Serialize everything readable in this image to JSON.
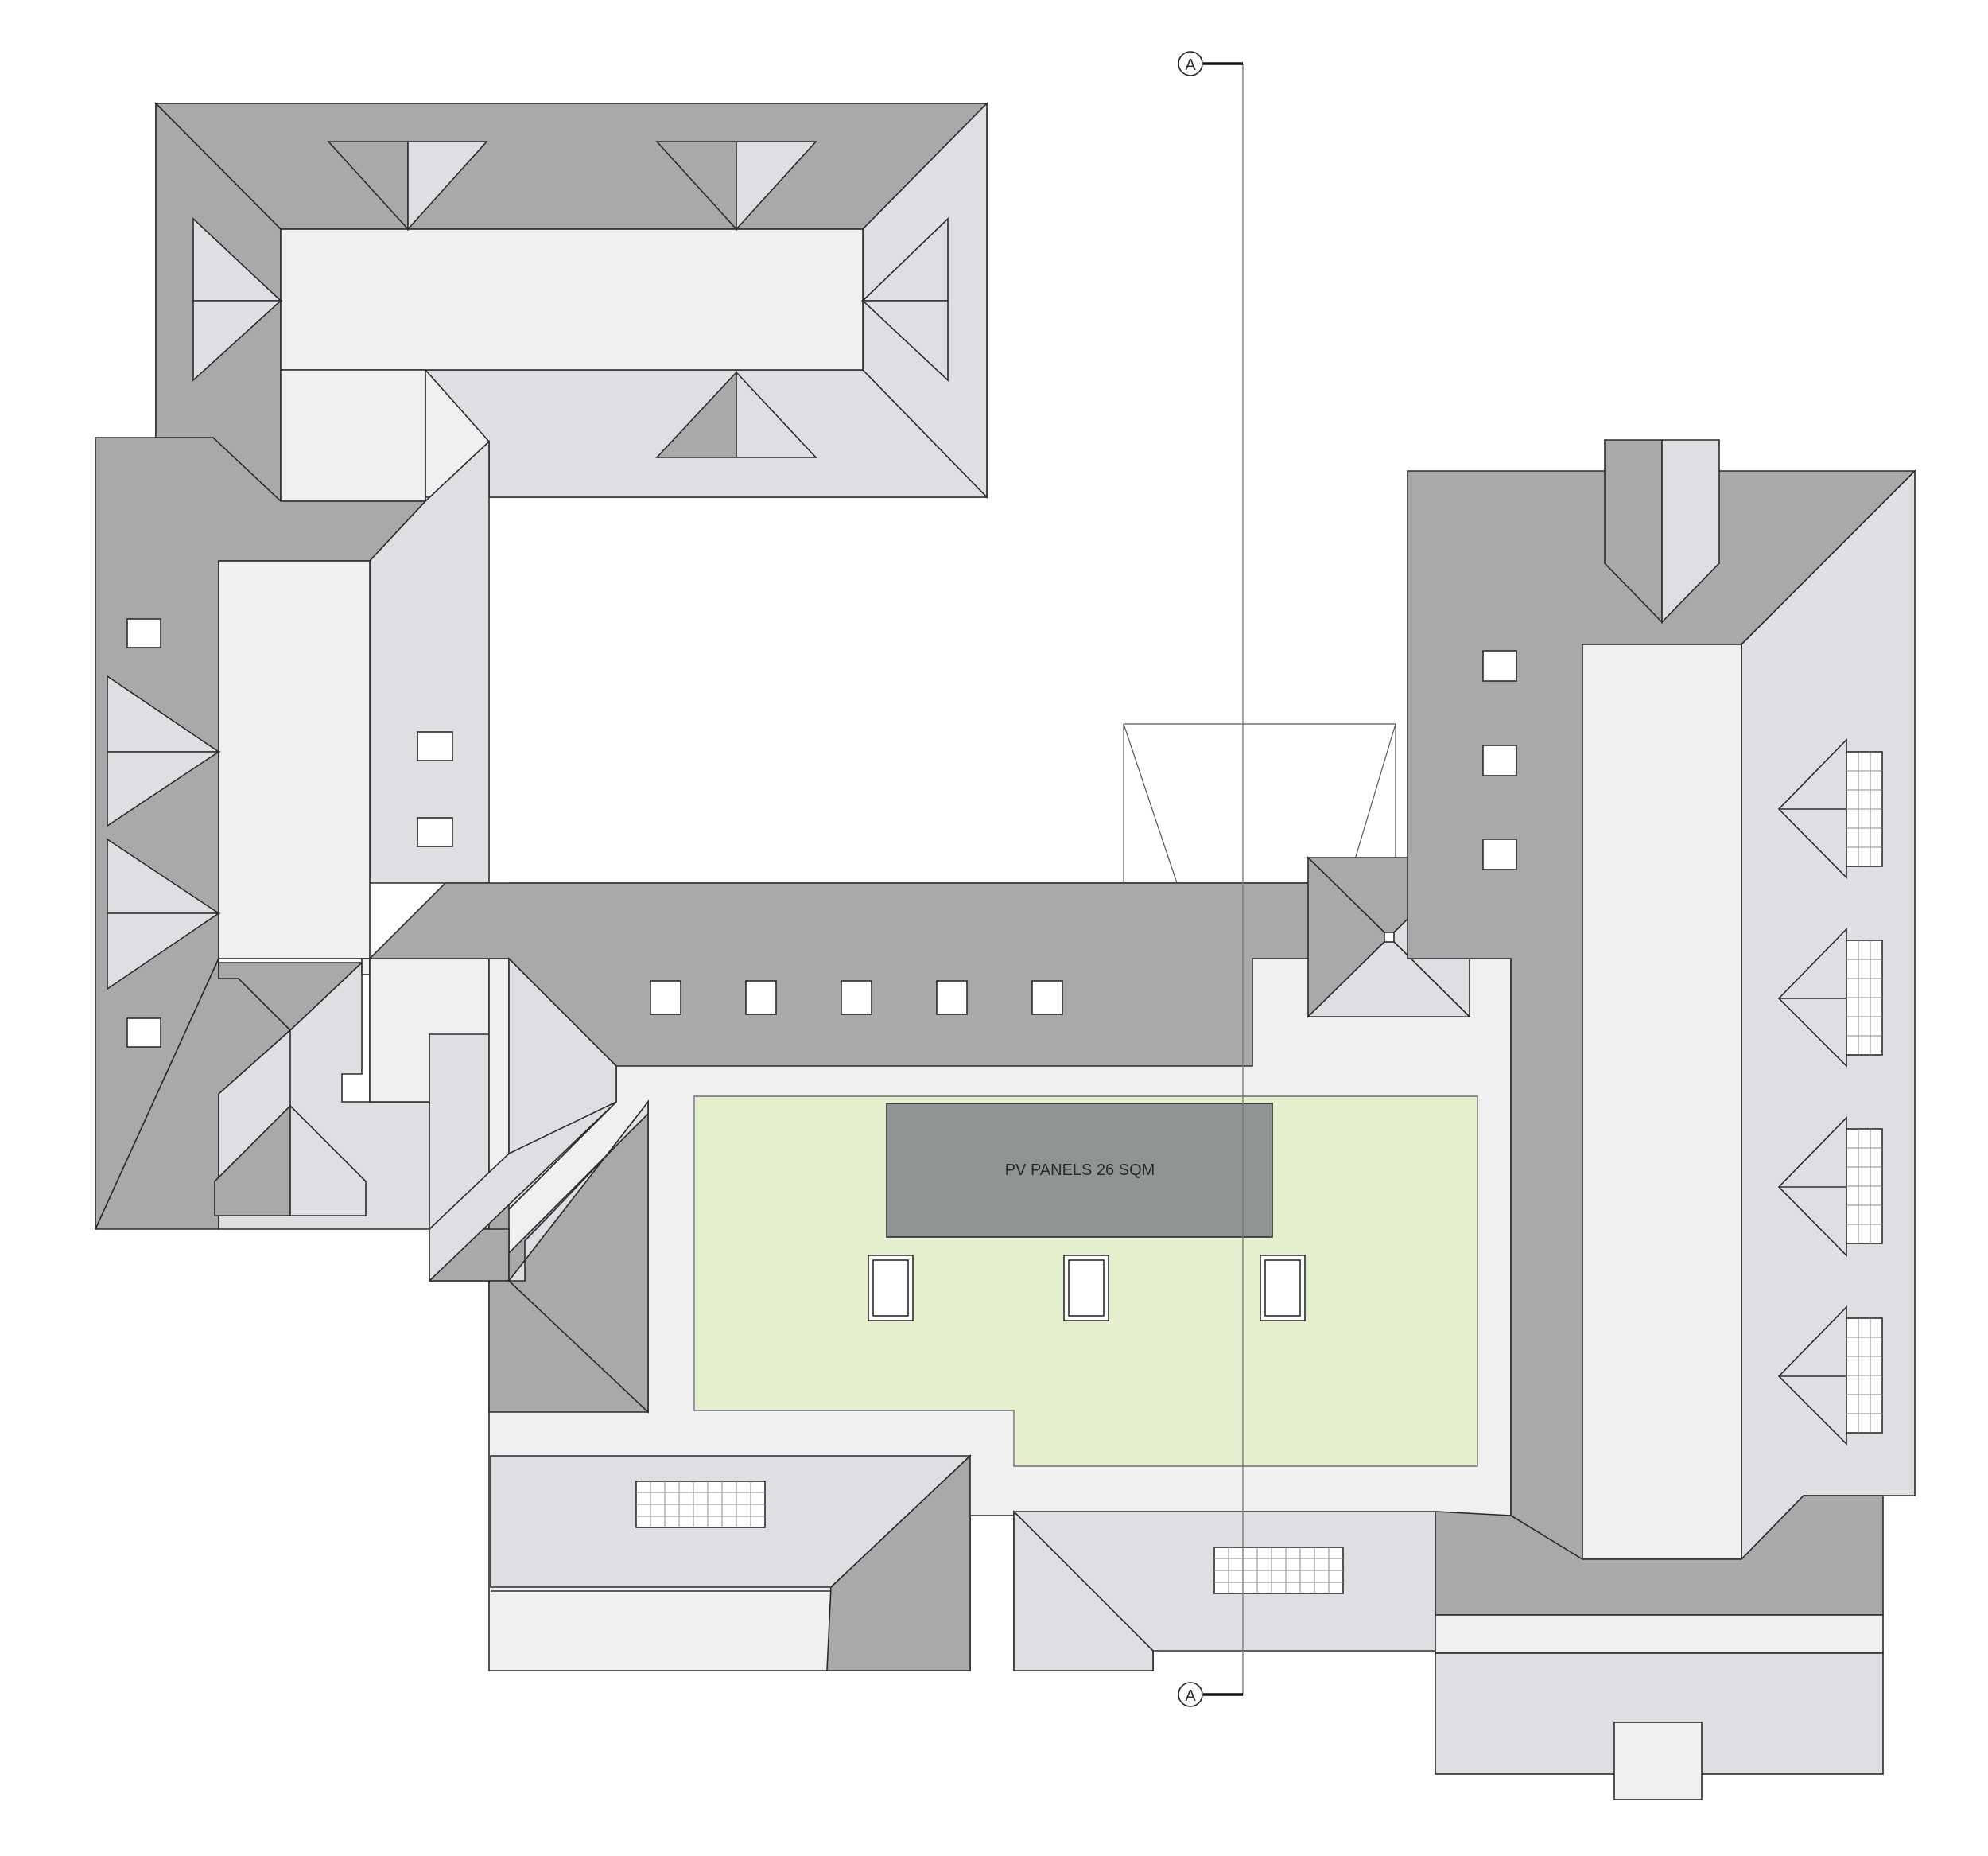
{
  "pv_panels": {
    "label": "PV PANELS 26 SQM"
  },
  "section_markers": {
    "top": "A",
    "bottom": "A"
  },
  "colors": {
    "roof_dark": "#a9a9a9",
    "roof_light": "#dfdfe3",
    "flat_roof": "#f0f0f0",
    "green_roof": "#e3efcd",
    "pv_panels": "#909494"
  }
}
